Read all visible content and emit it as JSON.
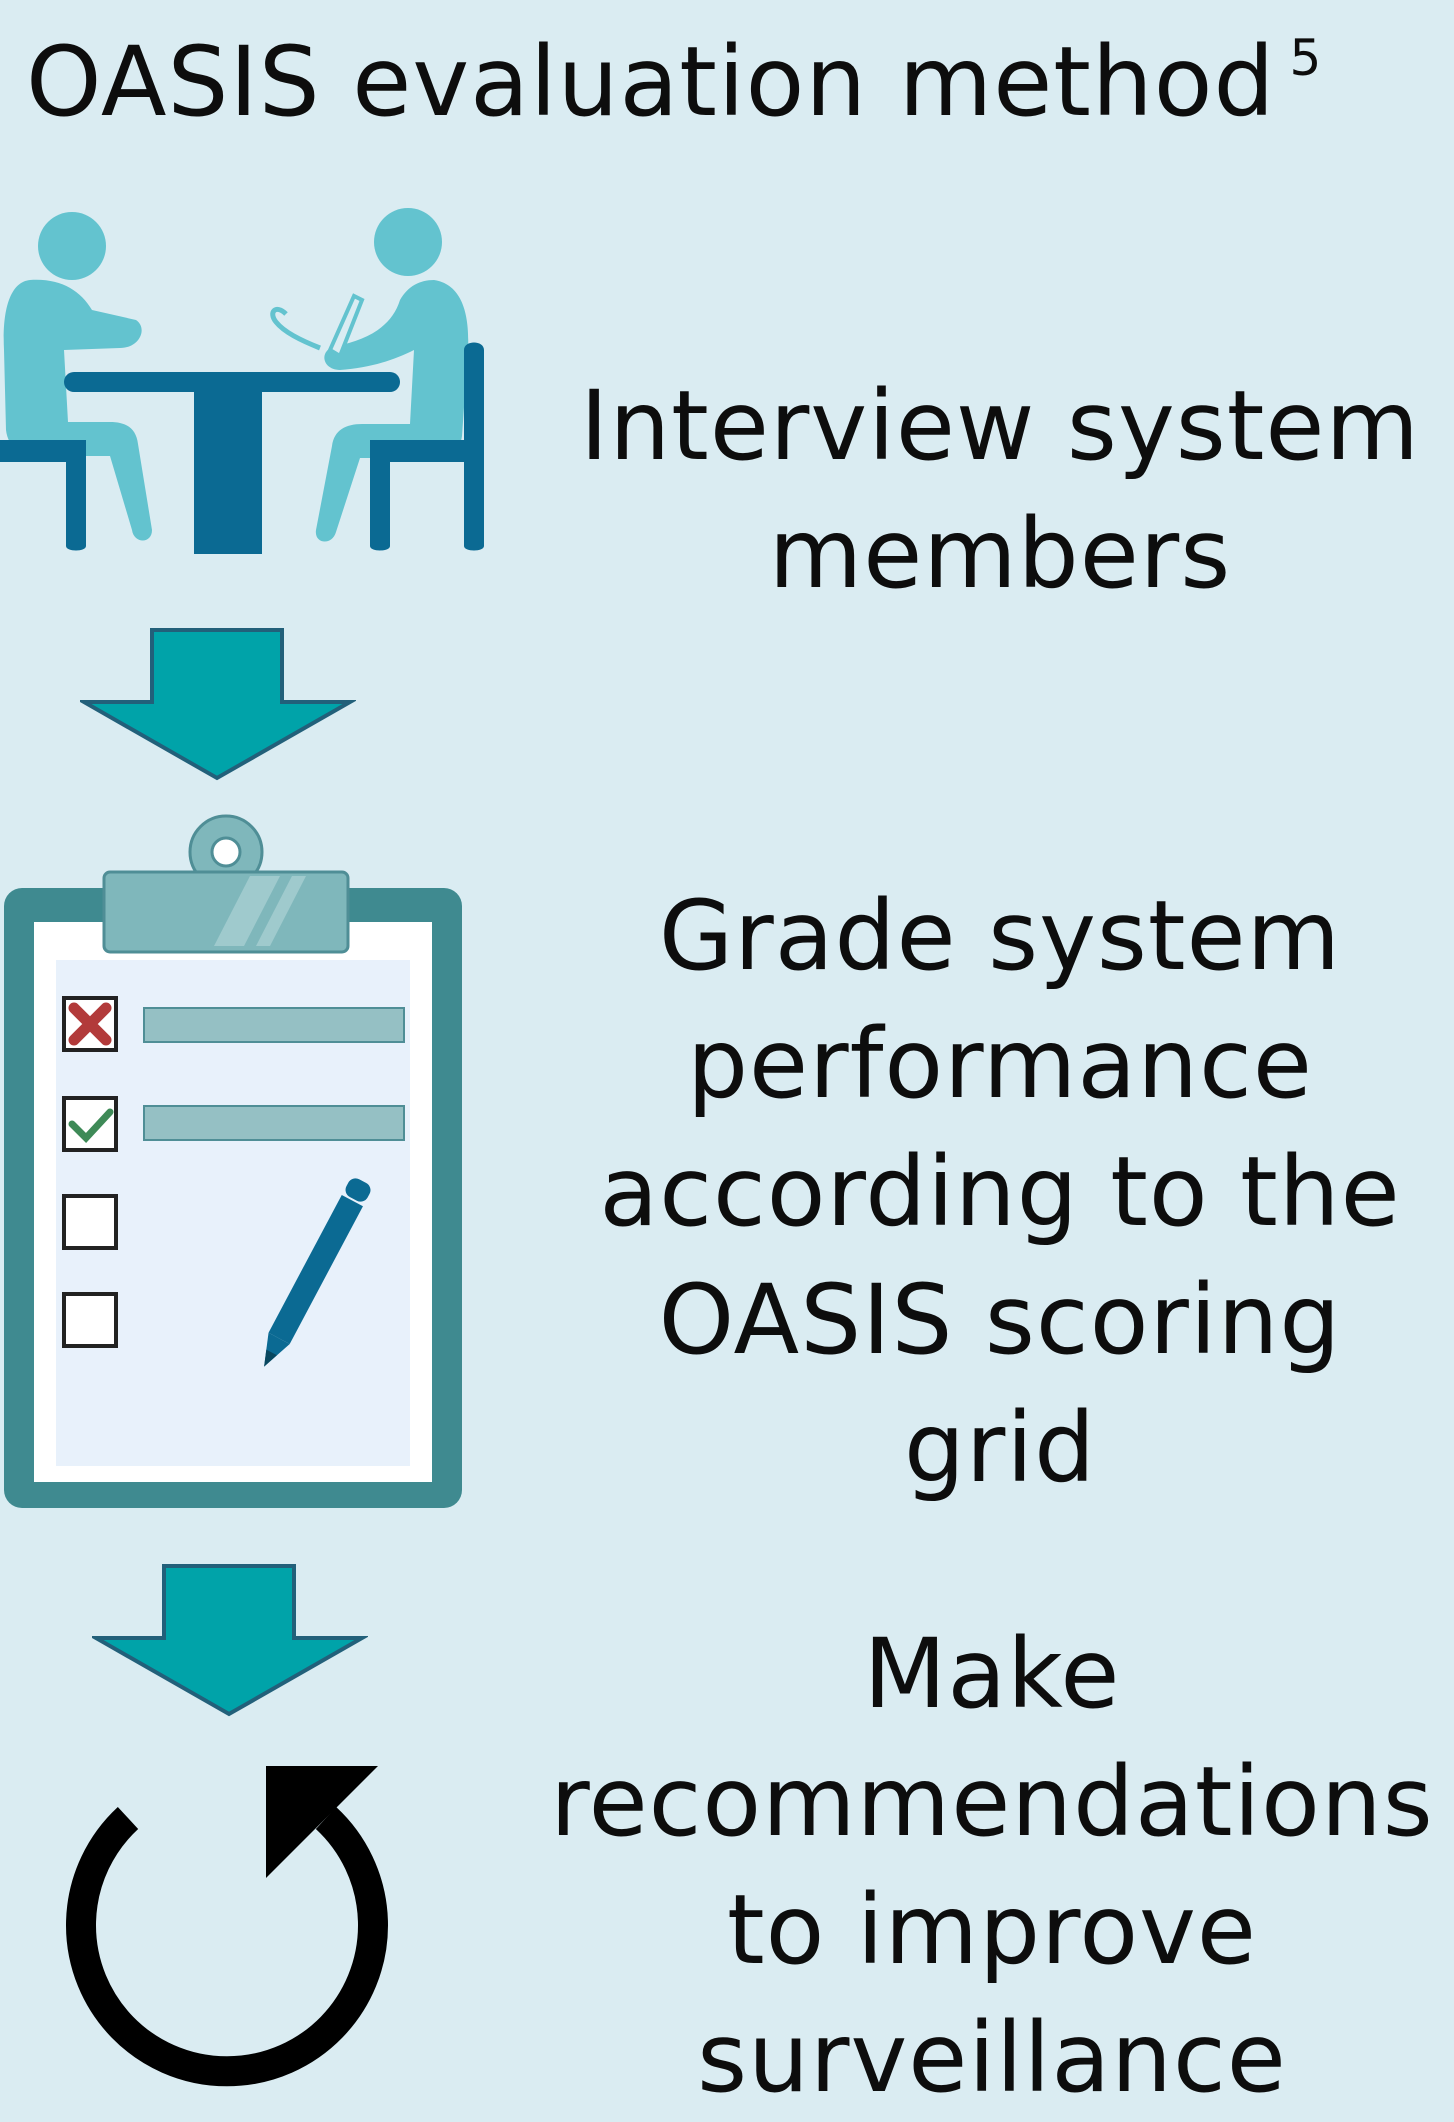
{
  "title": {
    "text": "OASIS evaluation method",
    "superscript": "5"
  },
  "steps": [
    {
      "icon": "interview-icon",
      "lines": [
        "Interview system",
        "members"
      ]
    },
    {
      "icon": "clipboard-checklist-icon",
      "lines": [
        "Grade system",
        "performance",
        "according to the",
        "OASIS scoring",
        "grid"
      ]
    },
    {
      "icon": "cycle-arrow-icon",
      "lines": [
        "Make",
        "recommendations",
        "to improve",
        "surveillance"
      ]
    }
  ],
  "colors": {
    "background": "#daecf2",
    "light_teal": "#63c3cf",
    "dark_blue": "#0b6a93",
    "arrow_teal": "#00a3a9",
    "arrow_outline": "#22607a",
    "clipboard_board": "#3f8a90",
    "clipboard_clip": "#7fb7bb",
    "checklist_bar": "#95c0c4",
    "cross_red": "#b23a3a",
    "check_green": "#3e8a57"
  }
}
